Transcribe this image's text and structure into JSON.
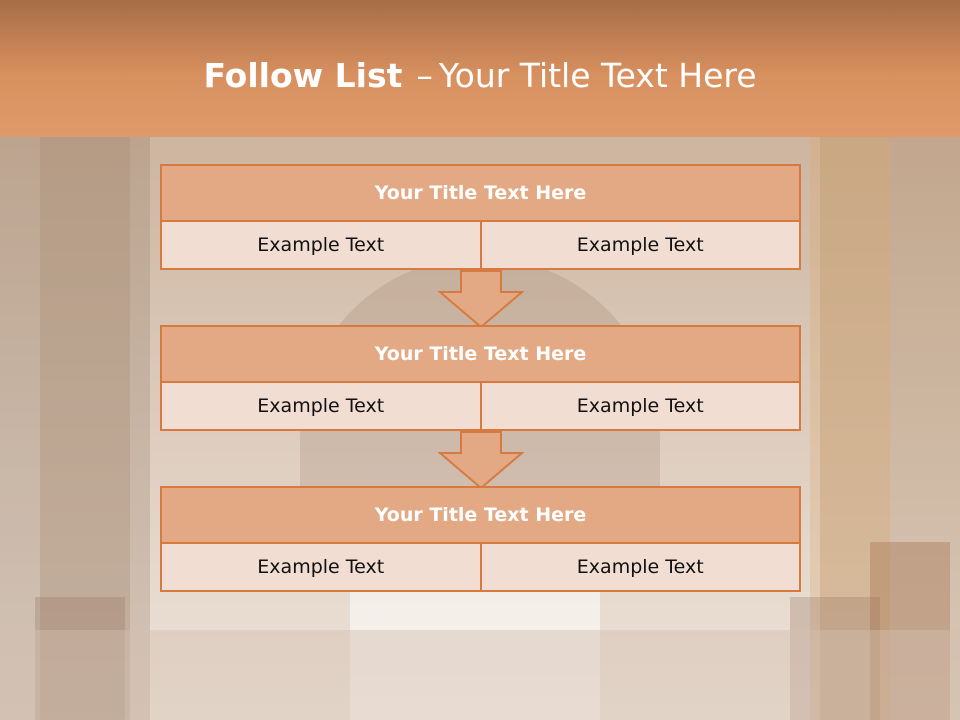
{
  "slide": {
    "title_bold": "Follow List",
    "title_sep": "–",
    "title_rest": "Your Title Text Here"
  },
  "steps": [
    {
      "title": "Your Title Text Here",
      "left": "Example Text",
      "right": "Example Text"
    },
    {
      "title": "Your Title Text Here",
      "left": "Example Text",
      "right": "Example Text"
    },
    {
      "title": "Your Title Text Here",
      "left": "Example Text",
      "right": "Example Text"
    }
  ],
  "colors": {
    "header": "#d8905f",
    "block_border": "#d77a3f",
    "block_head": "#e2a984",
    "block_body": "#f2ddd3"
  },
  "icons": [
    "down-arrow-icon",
    "down-arrow-icon"
  ]
}
